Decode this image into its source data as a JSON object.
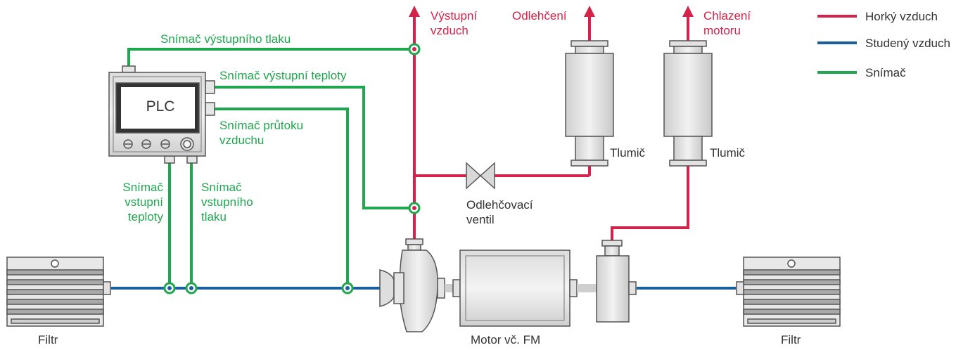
{
  "colors": {
    "hot": "#d4234a",
    "cold": "#1a5fa0",
    "sensor": "#1fa64e"
  },
  "legend": {
    "hot": "Horký vzduch",
    "cold": "Studený vzduch",
    "sensor": "Snímač"
  },
  "outputs": {
    "out_air": "Výstupní\nvzduch",
    "relief": "Odlehčení",
    "motor_cooling": "Chlazení\nmotoru"
  },
  "plc": {
    "label": "PLC"
  },
  "sensors": {
    "out_pressure": "Snímač výstupního tlaku",
    "out_temp": "Snímač výstupní teploty",
    "flow": "Snímač průtoku\nvzduchu",
    "in_temp": "Snímač\nvstupní\nteploty",
    "in_pressure": "Snímač\nvstupního\ntlaku"
  },
  "components": {
    "muffler_1": "Tlumič",
    "muffler_2": "Tlumič",
    "relief_valve": "Odlehčovací\nventil",
    "filter_left": "Filtr",
    "filter_right": "Filtr",
    "motor": "Motor vč. FM"
  }
}
